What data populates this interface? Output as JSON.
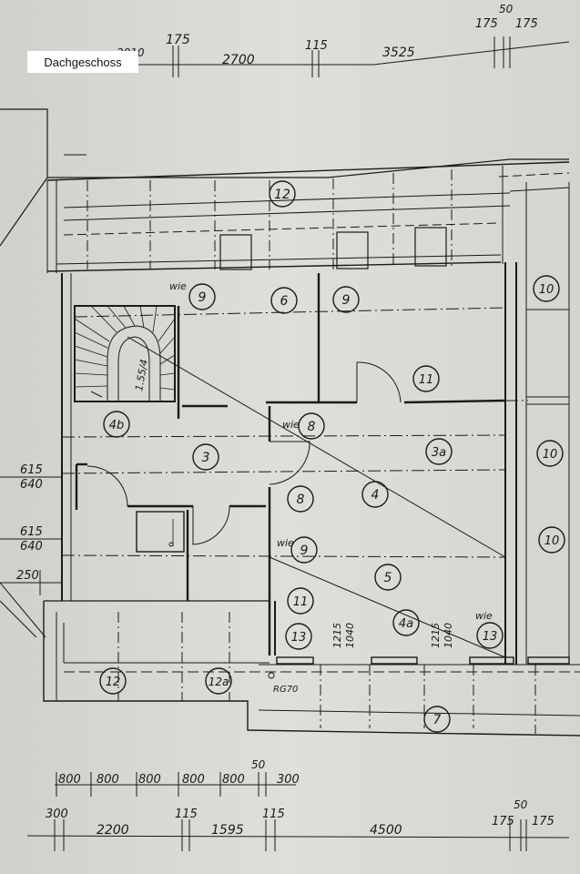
{
  "title": "Dachgeschoss",
  "top_dims": {
    "a": "175",
    "b": "2700",
    "c": "115",
    "d": "3525",
    "e": "50",
    "f": "175",
    "g": "175",
    "h": "2010"
  },
  "bottom_dims_row1": [
    "800",
    "800",
    "800",
    "800",
    "800",
    "300"
  ],
  "bottom_dims_row1_extra": "50",
  "bottom_dims_row2": {
    "a": "300",
    "b": "2200",
    "c": "115",
    "d": "1595",
    "e": "115",
    "f": "4500",
    "g": "50",
    "h": "175",
    "i": "175"
  },
  "left_dims": {
    "a": "615",
    "b": "640",
    "c": "615",
    "d": "640",
    "e": "250"
  },
  "inner_dims": {
    "a": "1215",
    "b": "1040",
    "c": "1215",
    "d": "1040"
  },
  "stair_label": "1.55/4",
  "rg_label": "RG70",
  "wie_label": "wie",
  "markers": {
    "m12_top": "12",
    "m9_a": "9",
    "m6": "6",
    "m9_b": "9",
    "m10_a": "10",
    "m11_a": "11",
    "m4b": "4b",
    "m8_a": "8",
    "m3": "3",
    "m3a": "3a",
    "m10_b": "10",
    "m4": "4",
    "m8_b": "8",
    "m10_c": "10",
    "m9_c": "9",
    "m5": "5",
    "m11_b": "11",
    "m4a": "4a",
    "m13_a": "13",
    "m13_b": "13",
    "m12_bottom": "12",
    "m12a": "12a",
    "m7": "7"
  }
}
